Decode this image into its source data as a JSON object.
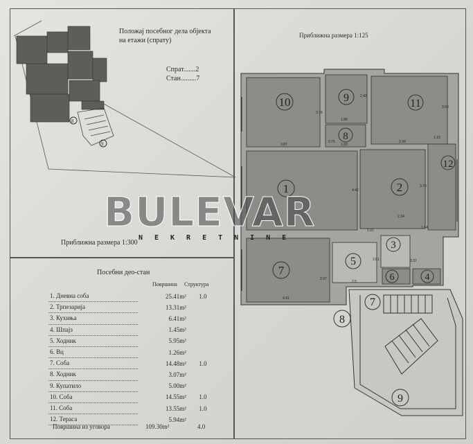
{
  "location": {
    "title_line1": "Положај посебног дела објекта",
    "title_line2": "на етажи (спрату)",
    "floor_label": "Спрат.......2",
    "unit_label": "Стан.........7",
    "site_labels": [
      "8",
      "9"
    ],
    "scale": "Приближна размера 1:300"
  },
  "plan": {
    "scale": "Приближна размера 1:125",
    "room_numbers": [
      "10",
      "9",
      "11",
      "8",
      "12",
      "1",
      "2",
      "3",
      "5",
      "7",
      "6",
      "4",
      "7",
      "8",
      "9"
    ],
    "dimensions": [
      "3.87",
      "3.76",
      "1.86",
      "2.42",
      "3.59",
      "0.76",
      "1.93",
      "2.34",
      "1.15",
      "4.42",
      "3.70",
      "2.34",
      "1.64",
      "1.01",
      "2.61",
      "3.37",
      "2.07",
      "4.41",
      "2.5"
    ]
  },
  "areas": {
    "title": "Посебни део-стан",
    "col_area": "Површина",
    "col_structure": "Структура",
    "rows": [
      {
        "name": "1. Дневна соба",
        "area": "25.41m²",
        "structure": "1.0"
      },
      {
        "name": "2. Трпезарија",
        "area": "13.31m²",
        "structure": ""
      },
      {
        "name": "3. Кухиња",
        "area": "6.41m²",
        "structure": ""
      },
      {
        "name": "4. Шпајз",
        "area": "1.45m²",
        "structure": ""
      },
      {
        "name": "5. Ходник",
        "area": "5.95m²",
        "structure": ""
      },
      {
        "name": "6. Вц",
        "area": "1.26m²",
        "structure": ""
      },
      {
        "name": "7. Соба",
        "area": "14.48m²",
        "structure": "1.0"
      },
      {
        "name": "8. Ходник",
        "area": "3.07m²",
        "structure": ""
      },
      {
        "name": "9. Купатило",
        "area": "5.00m²",
        "structure": ""
      },
      {
        "name": "10. Соба",
        "area": "14.55m²",
        "structure": "1.0"
      },
      {
        "name": "11. Соба",
        "area": "13.55m²",
        "structure": "1.0"
      },
      {
        "name": "12. Тераса",
        "area": "5.94m²",
        "structure": ""
      }
    ],
    "total_label": "Површина из уговора",
    "total_area": "109.30m²",
    "total_structure": "4.0"
  },
  "watermark": {
    "logo": "BULEVAR",
    "sub": "NEKRETNINE"
  }
}
